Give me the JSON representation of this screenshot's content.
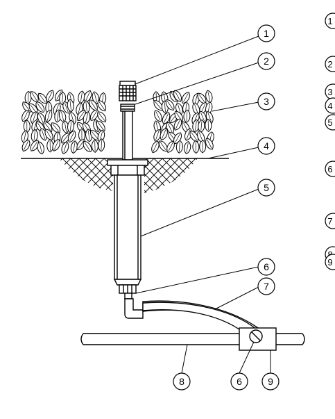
{
  "diagram": {
    "stroke_color": "#000000",
    "background": "#ffffff",
    "callouts": [
      {
        "id": "c1",
        "label": "1"
      },
      {
        "id": "c2",
        "label": "2"
      },
      {
        "id": "c3",
        "label": "3"
      },
      {
        "id": "c4",
        "label": "4"
      },
      {
        "id": "c5",
        "label": "5"
      },
      {
        "id": "c6a",
        "label": "6"
      },
      {
        "id": "c7",
        "label": "7"
      },
      {
        "id": "c8",
        "label": "8"
      },
      {
        "id": "c6b",
        "label": "6"
      },
      {
        "id": "c9",
        "label": "9"
      }
    ],
    "legend": [
      {
        "label": "1"
      },
      {
        "label": "2"
      },
      {
        "label": "3"
      },
      {
        "label": "4"
      },
      {
        "label": "5"
      },
      {
        "label": "6"
      },
      {
        "label": "7"
      },
      {
        "label": "8"
      },
      {
        "label": "9"
      }
    ]
  }
}
